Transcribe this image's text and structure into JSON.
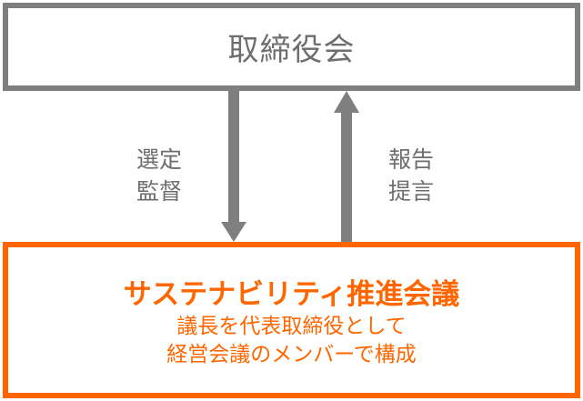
{
  "board": {
    "title": "取締役会"
  },
  "arrow_down": {
    "label_line1": "選定",
    "label_line2": "監督"
  },
  "arrow_up": {
    "label_line1": "報告",
    "label_line2": "提言"
  },
  "committee": {
    "title": "サステナビリティ推進会議",
    "desc_line1": "議長を代表取締役として",
    "desc_line2": "経営会議のメンバーで構成"
  },
  "colors": {
    "gray": "#7f7f7f",
    "accent": "#ff6600"
  }
}
